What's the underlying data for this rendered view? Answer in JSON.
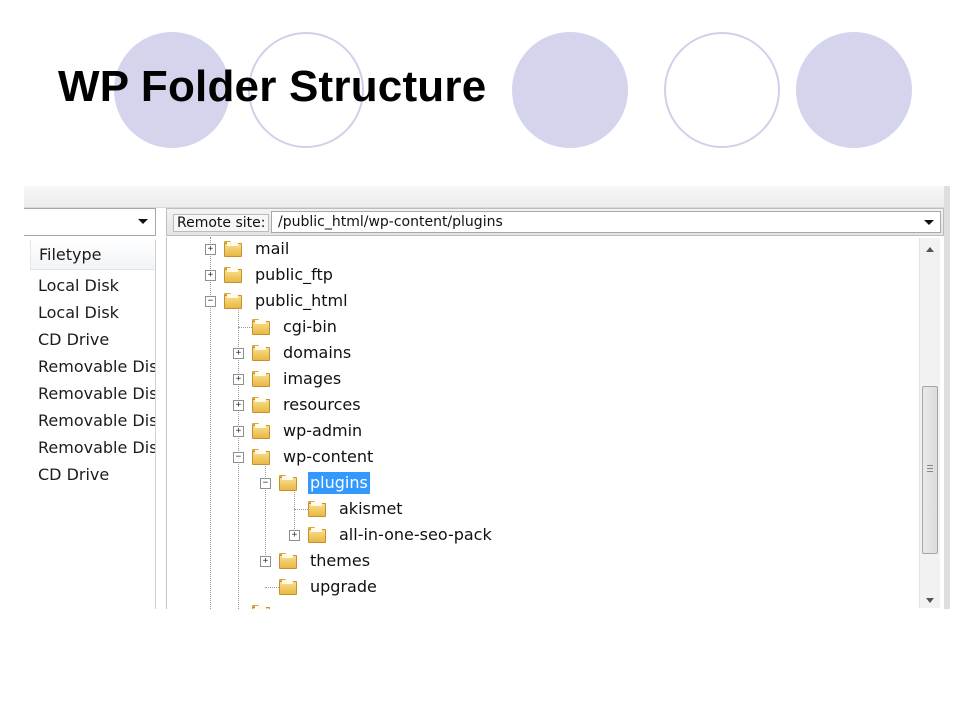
{
  "slide": {
    "title": "WP Folder Structure"
  },
  "left_pane": {
    "column_header": "Filetype",
    "rows": [
      "Local Disk",
      "Local Disk",
      "CD Drive",
      "Removable Disk",
      "Removable Disk",
      "Removable Disk",
      "Removable Disk",
      "CD Drive"
    ]
  },
  "remote": {
    "label": "Remote site:",
    "path": "/public_html/wp-content/plugins"
  },
  "tree": {
    "mail": "mail",
    "public_ftp": "public_ftp",
    "public_html": "public_html",
    "cgi_bin": "cgi-bin",
    "domains": "domains",
    "images": "images",
    "resources": "resources",
    "wp_admin": "wp-admin",
    "wp_content": "wp-content",
    "plugins": "plugins",
    "akismet": "akismet",
    "all_in_one_seo_pack": "all-in-one-seo-pack",
    "themes": "themes",
    "upgrade": "upgrade"
  },
  "colors": {
    "deco_circle": "#d4d4ec",
    "selection": "#3399ff",
    "folder": "#f2c65a"
  }
}
